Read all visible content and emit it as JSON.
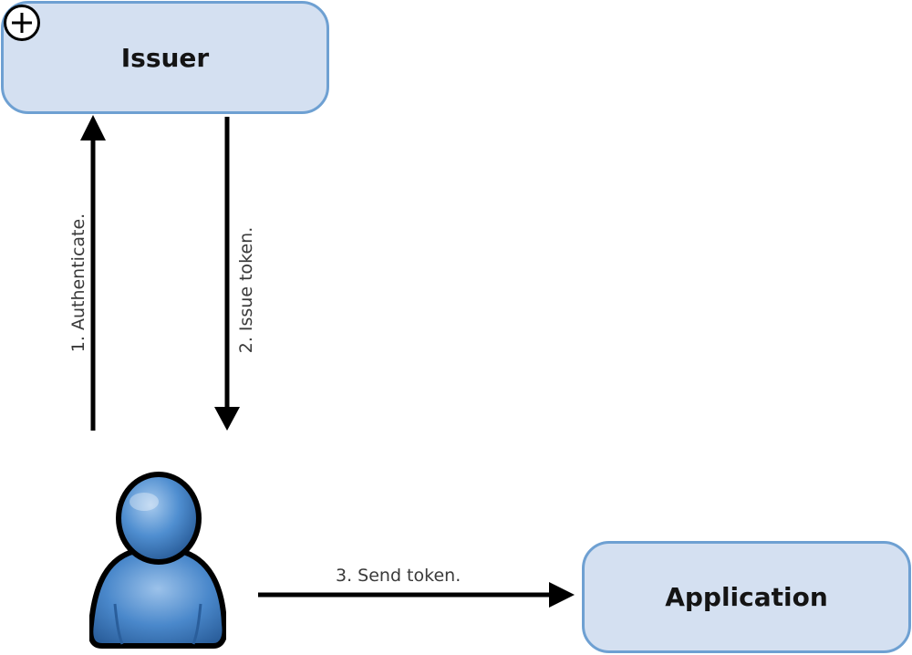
{
  "nodes": {
    "issuer": {
      "label": "Issuer"
    },
    "application": {
      "label": "Application"
    },
    "user": {
      "icon": "user-icon"
    }
  },
  "edges": [
    {
      "from": "user",
      "to": "issuer",
      "label": "1. Authenticate."
    },
    {
      "from": "issuer",
      "to": "user",
      "label": "2. Issue token."
    },
    {
      "from": "user",
      "to": "application",
      "label": "3. Send token."
    }
  ],
  "icons": {
    "expand": "circle-plus-icon"
  },
  "colors": {
    "box_fill": "#d4e0f1",
    "box_border": "#6ea0d2",
    "user_blue": "#3f7fc6",
    "arrow": "#000000"
  }
}
